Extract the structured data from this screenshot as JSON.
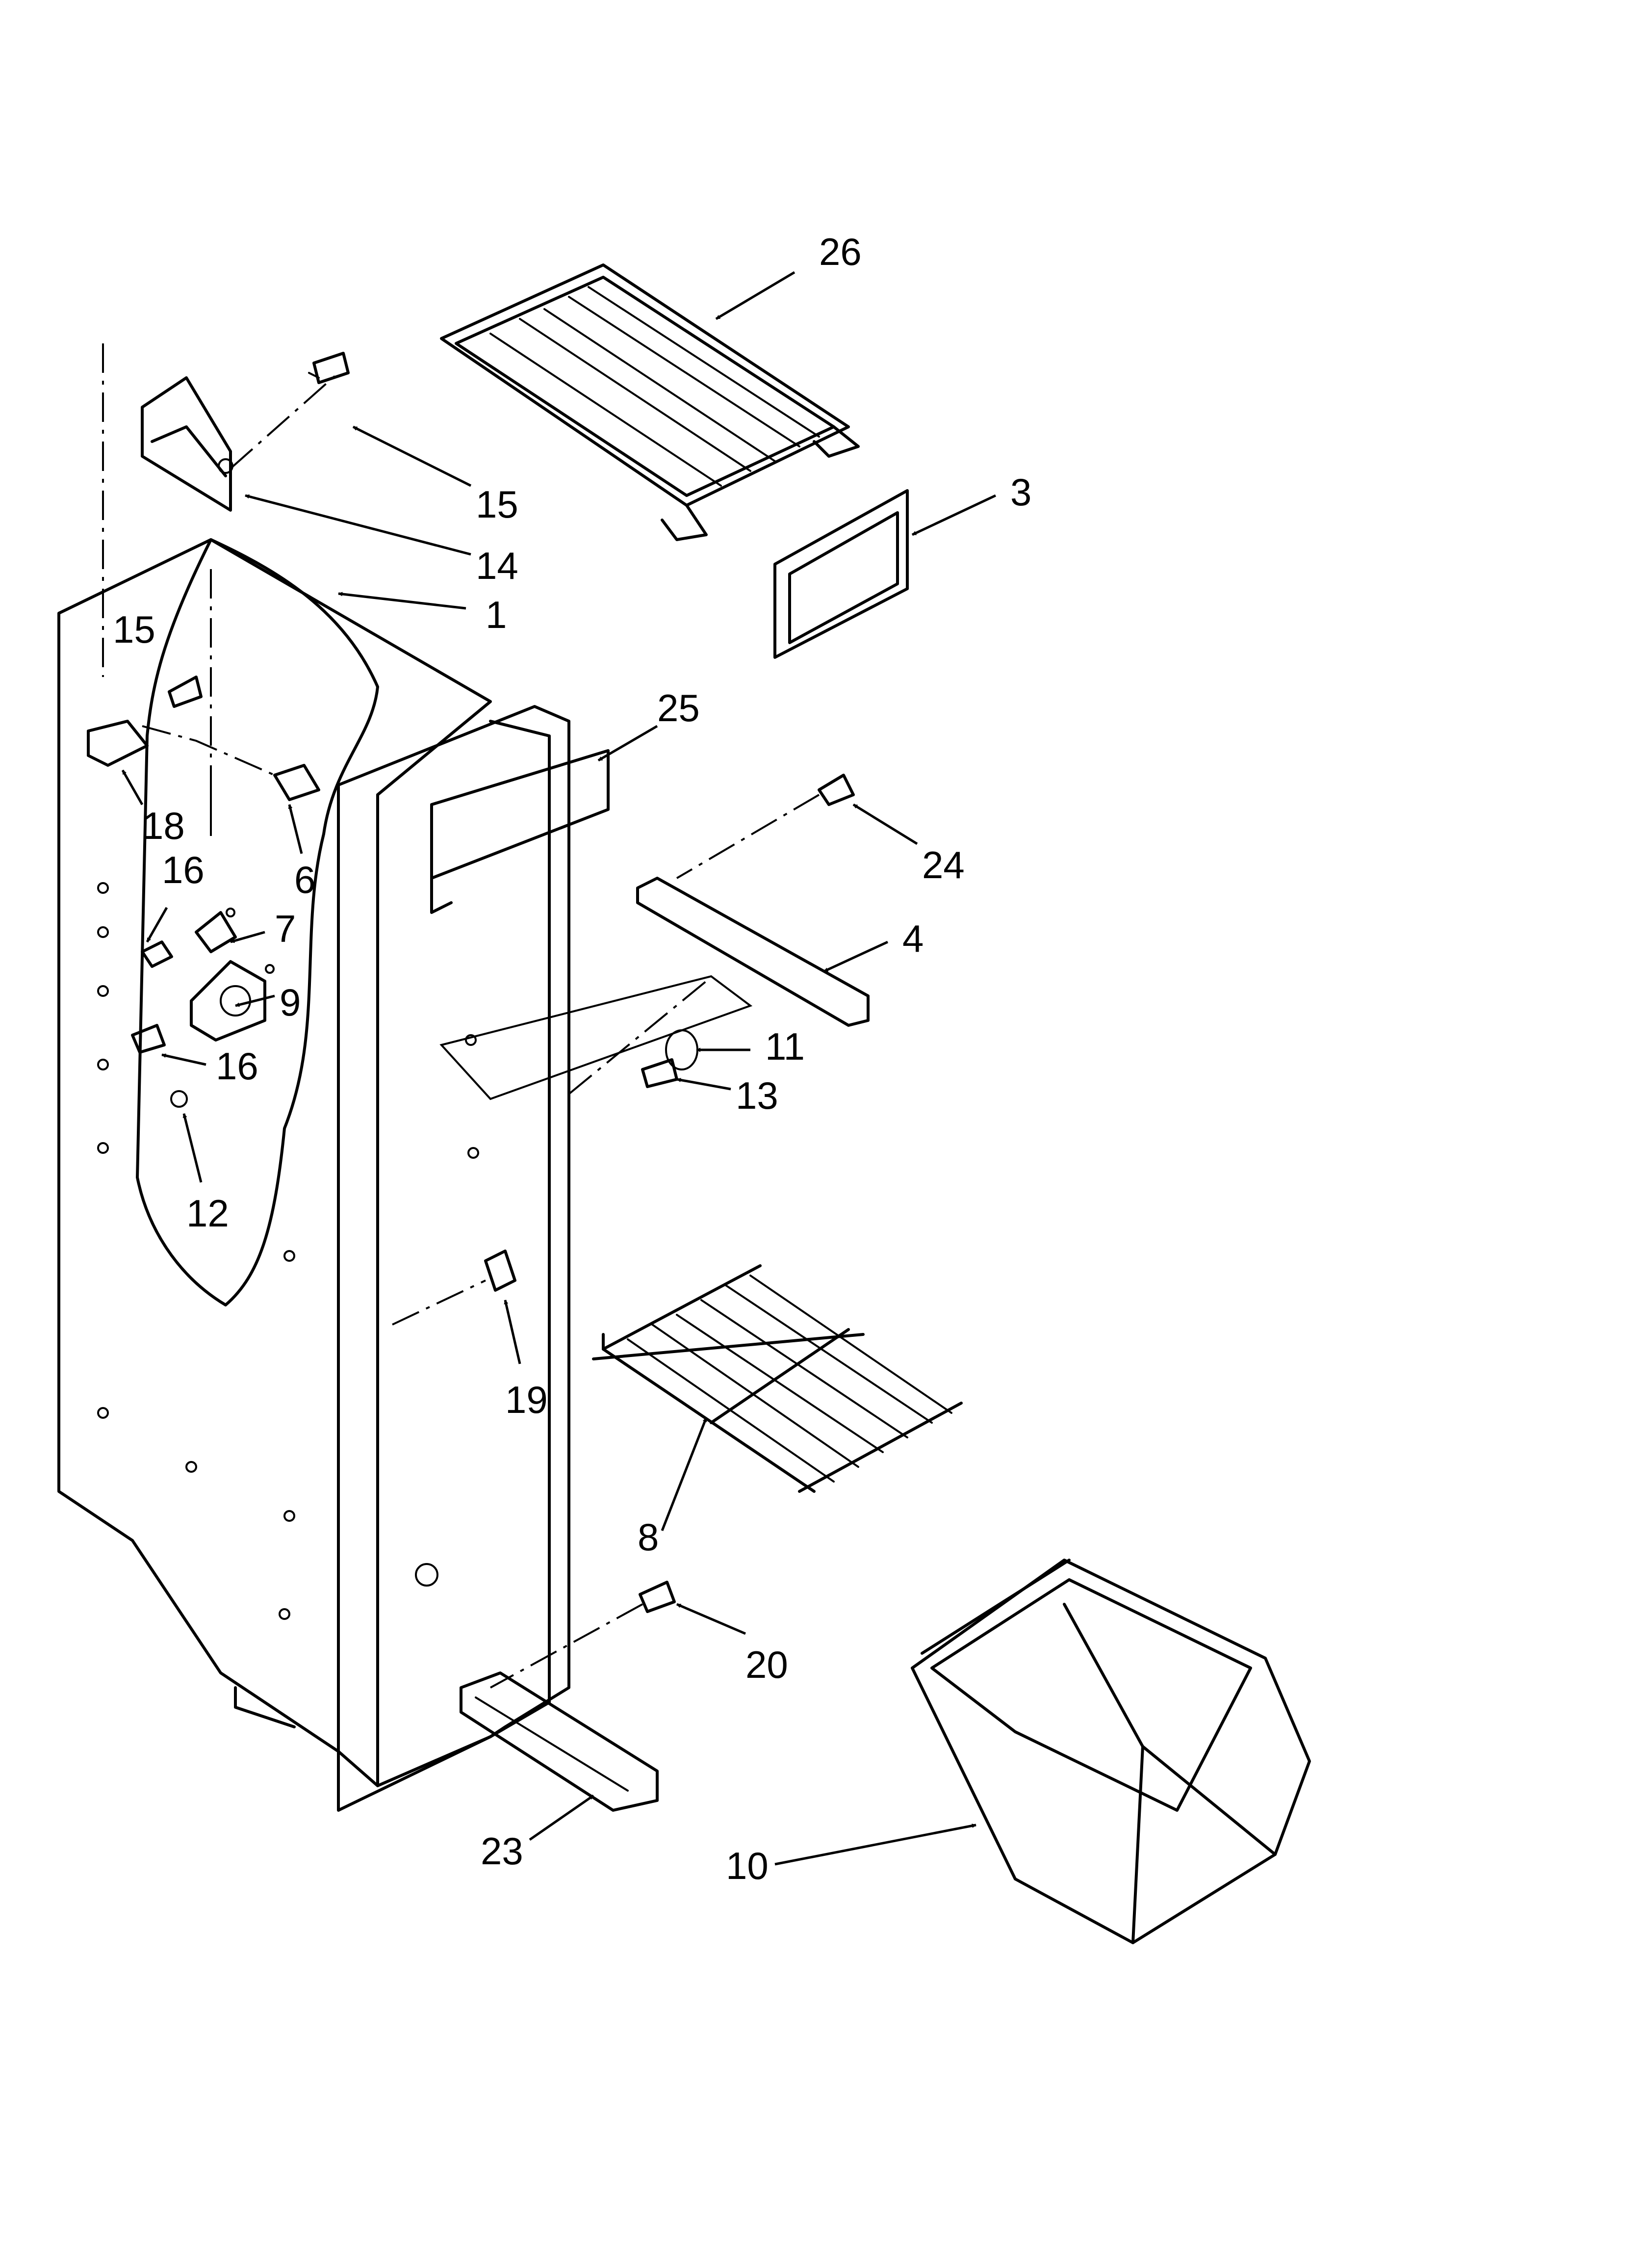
{
  "diagram": {
    "labels": [
      "26",
      "15",
      "14",
      "1",
      "3",
      "15",
      "25",
      "18",
      "6",
      "24",
      "16",
      "7",
      "4",
      "9",
      "11",
      "16",
      "13",
      "12",
      "19",
      "8",
      "20",
      "23",
      "10"
    ]
  }
}
